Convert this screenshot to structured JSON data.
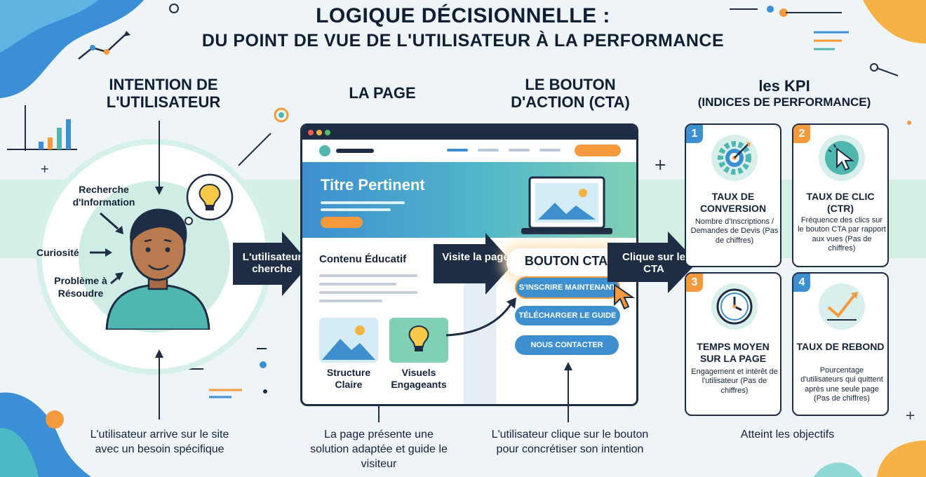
{
  "title": {
    "line1": "LOGIQUE DÉCISIONNELLE :",
    "line2": "DU POINT DE VUE DE L'UTILISATEUR À LA PERFORMANCE"
  },
  "stages": {
    "user": {
      "heading": "INTENTION DE L'UTILISATEUR",
      "caption": "L'utilisateur arrive sur le site avec un besoin spécifique"
    },
    "page": {
      "heading": "LA PAGE",
      "caption": "La page présente une solution adaptée et guide le visiteur"
    },
    "cta": {
      "heading": "LE BOUTON D'ACTION (CTA)",
      "caption": "L'utilisateur clique sur le bouton pour concrétiser son intention"
    },
    "kpi": {
      "heading_line1": "les KPI",
      "heading_line2": "(INDICES DE PERFORMANCE)",
      "caption": "Atteint les objectifs"
    }
  },
  "user_motives": [
    "Recherche d'Information",
    "Curiosité",
    "Problème à Résoudre"
  ],
  "flow_arrows": [
    "L'utilisateur cherche",
    "Visite la page",
    "Clique sur le CTA"
  ],
  "page_mock": {
    "hero_title": "Titre Pertinent",
    "content_title": "Contenu Éducatif",
    "card1": "Structure Claire",
    "card2": "Visuels Engageants"
  },
  "cta_block": {
    "title": "BOUTON CTA",
    "buttons": [
      "S'INSCRIRE MAINTENANT",
      "TÉLÉCHARGER LE GUIDE",
      "NOUS CONTACTER"
    ]
  },
  "kpis": [
    {
      "number": "1",
      "title": "TAUX DE CONVERSION",
      "desc": "Nombre d'Inscriptions / Demandes de Devis (Pas de chiffres)",
      "icon": "target-gear-icon"
    },
    {
      "number": "2",
      "title": "TAUX DE CLIC (CTR)",
      "desc": "Fréquence des clics sur le bouton CTA par rapport aux vues (Pas de chiffres)",
      "icon": "cursor-click-icon"
    },
    {
      "number": "3",
      "title": "TEMPS MOYEN SUR LA PAGE",
      "desc": "Engagement et intérêt de l'utilisateur (Pas de chiffres)",
      "icon": "clock-icon"
    },
    {
      "number": "4",
      "title": "TAUX DE REBOND",
      "desc": "Pourcentage d'utilisateurs qui quittent après une seule page (Pas de chiffres)",
      "icon": "bounce-arrow-icon"
    }
  ],
  "colors": {
    "navy": "#1f2d44",
    "teal": "#4fb6b0",
    "blue": "#3d8fd0",
    "orange": "#f59a3c",
    "mint_band": "#cfeee0"
  }
}
